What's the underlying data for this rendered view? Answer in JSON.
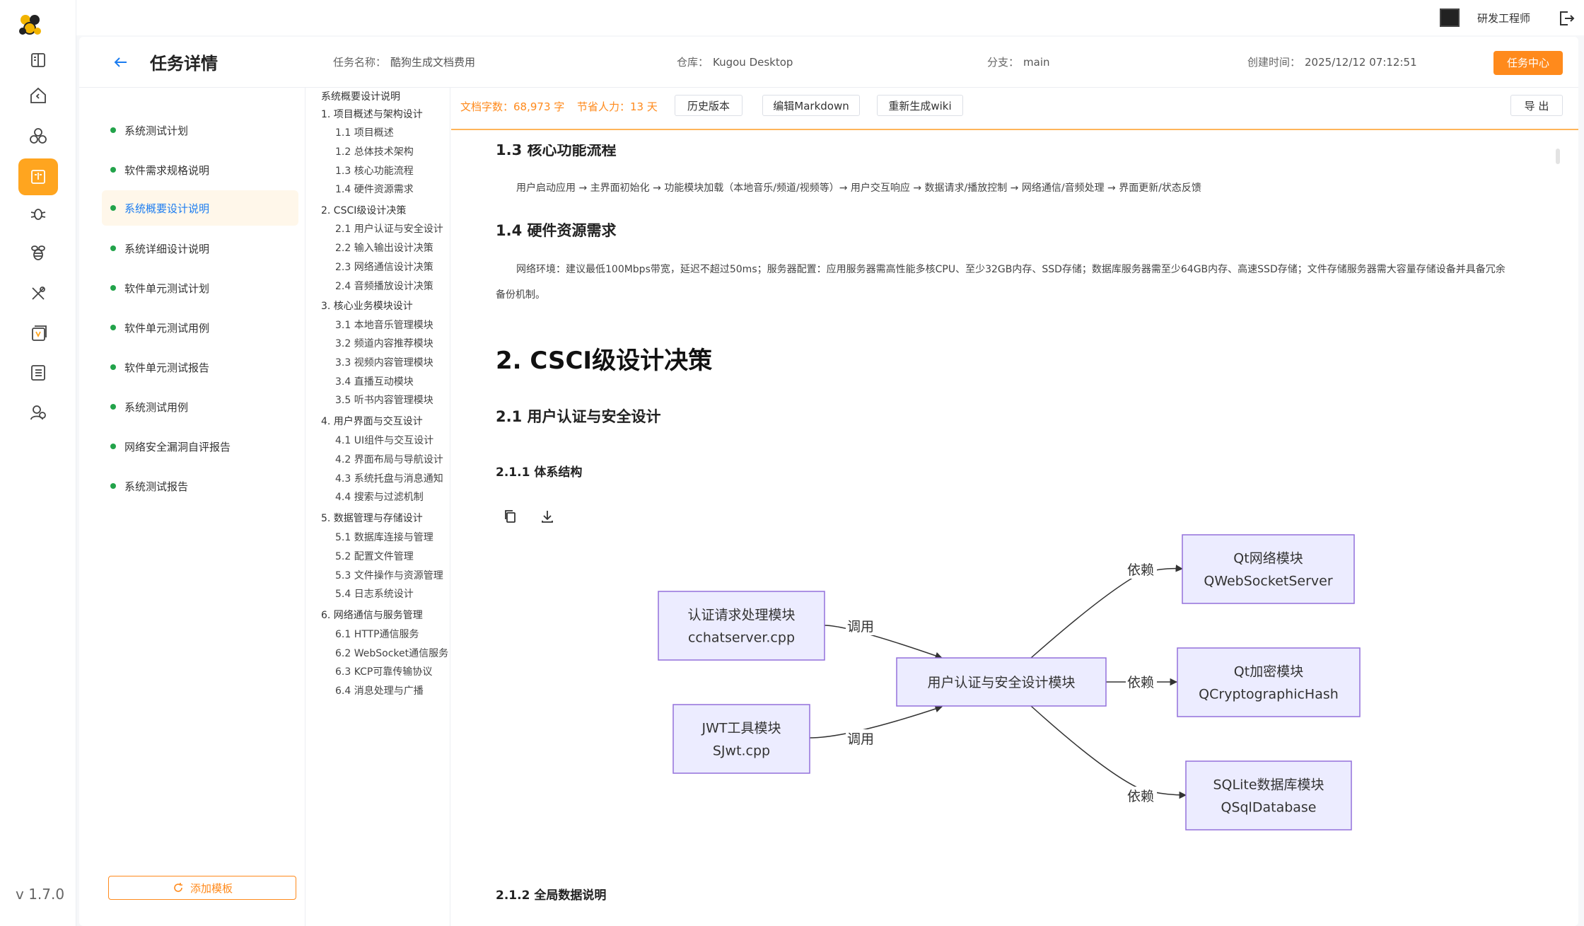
{
  "app": {
    "version": "v 1.7.0",
    "role": "研发工程师"
  },
  "header": {
    "title": "任务详情",
    "task_name_label": "任务名称：",
    "task_name": "酷狗生成文档费用",
    "repo_label": "仓库：",
    "repo": "Kugou Desktop",
    "branch_label": "分支：",
    "branch": "main",
    "created_label": "创建时间：",
    "created": "2025/12/12 07:12:51",
    "task_center": "任务中心"
  },
  "templates": [
    {
      "label": "系统测试计划"
    },
    {
      "label": "软件需求规格说明"
    },
    {
      "label": "系统概要设计说明",
      "active": true
    },
    {
      "label": "系统详细设计说明"
    },
    {
      "label": "软件单元测试计划"
    },
    {
      "label": "软件单元测试用例"
    },
    {
      "label": "软件单元测试报告"
    },
    {
      "label": "系统测试用例"
    },
    {
      "label": "网络安全漏洞自评报告"
    },
    {
      "label": "系统测试报告"
    }
  ],
  "add_template": "添加模板",
  "toc": [
    {
      "label": "系统概要设计说明",
      "level": 0
    },
    {
      "label": "1. 项目概述与架构设计",
      "level": 0
    },
    {
      "label": "1.1 项目概述",
      "level": 1
    },
    {
      "label": "1.2 总体技术架构",
      "level": 1
    },
    {
      "label": "1.3 核心功能流程",
      "level": 1
    },
    {
      "label": "1.4 硬件资源需求",
      "level": 1
    },
    {
      "label": "2. CSCI级设计决策",
      "level": 0
    },
    {
      "label": "2.1 用户认证与安全设计",
      "level": 1
    },
    {
      "label": "2.2 输入输出设计决策",
      "level": 1
    },
    {
      "label": "2.3 网络通信设计决策",
      "level": 1
    },
    {
      "label": "2.4 音频播放设计决策",
      "level": 1
    },
    {
      "label": "3. 核心业务模块设计",
      "level": 0
    },
    {
      "label": "3.1 本地音乐管理模块",
      "level": 1
    },
    {
      "label": "3.2 频道内容推荐模块",
      "level": 1
    },
    {
      "label": "3.3 视频内容管理模块",
      "level": 1
    },
    {
      "label": "3.4 直播互动模块",
      "level": 1
    },
    {
      "label": "3.5 听书内容管理模块",
      "level": 1
    },
    {
      "label": "4. 用户界面与交互设计",
      "level": 0
    },
    {
      "label": "4.1 UI组件与交互设计",
      "level": 1
    },
    {
      "label": "4.2 界面布局与导航设计",
      "level": 1
    },
    {
      "label": "4.3 系统托盘与消息通知",
      "level": 1
    },
    {
      "label": "4.4 搜索与过滤机制",
      "level": 1
    },
    {
      "label": "5. 数据管理与存储设计",
      "level": 0
    },
    {
      "label": "5.1 数据库连接与管理",
      "level": 1
    },
    {
      "label": "5.2 配置文件管理",
      "level": 1
    },
    {
      "label": "5.3 文件操作与资源管理",
      "level": 1
    },
    {
      "label": "5.4 日志系统设计",
      "level": 1
    },
    {
      "label": "6. 网络通信与服务管理",
      "level": 0
    },
    {
      "label": "6.1 HTTP通信服务",
      "level": 1
    },
    {
      "label": "6.2 WebSocket通信服务",
      "level": 1
    },
    {
      "label": "6.3 KCP可靠传输协议",
      "level": 1
    },
    {
      "label": "6.4 消息处理与广播",
      "level": 1
    }
  ],
  "toolbar": {
    "word_count": "文档字数：68,973 字",
    "saved": "节省人力：13 天",
    "history": "历史版本",
    "edit_md": "编辑Markdown",
    "regen": "重新生成wiki",
    "export": "导 出"
  },
  "doc": {
    "h13": "1.3 核心功能流程",
    "flow": "用户启动应用 → 主界面初始化 → 功能模块加载（本地音乐/频道/视频等）→ 用户交互响应 → 数据请求/播放控制 → 网络通信/音频处理 → 界面更新/状态反馈",
    "h14": "1.4 硬件资源需求",
    "hw_line1": "网络环境：建议最低100Mbps带宽，延迟不超过50ms；服务器配置：应用服务器需高性能多核CPU、至少32GB内存、SSD存储；数据库服务器需至少64GB内存、高速SSD存储；文件存储服务器需大容量存储设备并具备冗余",
    "hw_line2": "备份机制。",
    "h2": "2. CSCI级设计决策",
    "h21": "2.1 用户认证与安全设计",
    "h211": "2.1.1 体系结构",
    "h212": "2.1.2 全局数据说明"
  },
  "diagram": {
    "nodes": {
      "auth_req": [
        "认证请求处理模块",
        "cchatserver.cpp"
      ],
      "jwt": [
        "JWT工具模块",
        "SJwt.cpp"
      ],
      "center": [
        "用户认证与安全设计模块"
      ],
      "qt_net": [
        "Qt网络模块",
        "QWebSocketServer"
      ],
      "qt_crypto": [
        "Qt加密模块",
        "QCryptographicHash"
      ],
      "sqlite": [
        "SQLite数据库模块",
        "QSqlDatabase"
      ]
    },
    "edge_call": "调用",
    "edge_dep": "依赖",
    "node_fill": "#ececff",
    "node_stroke": "#9370db"
  },
  "colors": {
    "accent": "#ff8a1c",
    "link": "#1b7cf0",
    "dot": "#22a34a"
  }
}
